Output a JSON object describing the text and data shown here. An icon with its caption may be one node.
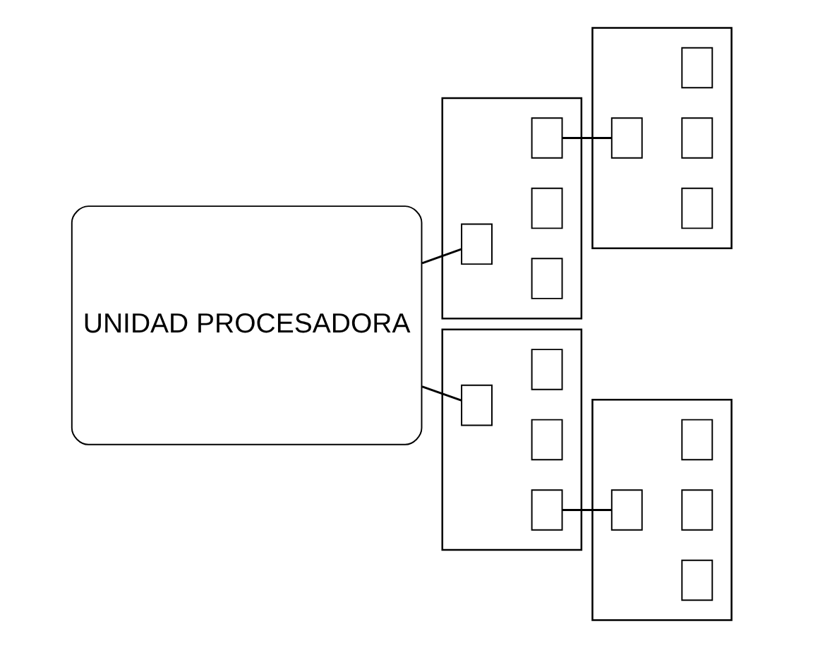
{
  "diagram": {
    "nodes": [
      {
        "text": [
          "UNIDAD PROCESADORA"
        ]
      },
      {
        "text": [],
        "shape": "box"
      },
      {
        "text": [],
        "shape": "box",
        "in": 1
      },
      {
        "text": [],
        "shape": "box",
        "in": 1
      },
      {
        "text": [],
        "shape": "box",
        "in": 1
      },
      {
        "text": [],
        "shape": "box",
        "in": 1
      },
      {
        "text": [],
        "shape": "box"
      },
      {
        "text": [],
        "shape": "box",
        "in": 6
      },
      {
        "text": [],
        "shape": "box",
        "in": 6
      },
      {
        "text": [],
        "shape": "box",
        "in": 6
      },
      {
        "text": [],
        "shape": "box",
        "in": 6
      },
      {
        "text": [],
        "shape": "box"
      },
      {
        "text": [],
        "shape": "box",
        "in": 11
      },
      {
        "text": [],
        "shape": "box",
        "in": 11
      },
      {
        "text": [],
        "shape": "box",
        "in": 11
      },
      {
        "text": [],
        "shape": "box",
        "in": 11
      },
      {
        "text": [],
        "shape": "box"
      },
      {
        "text": [],
        "shape": "box",
        "in": 16
      },
      {
        "text": [],
        "shape": "box",
        "in": 16
      },
      {
        "text": [],
        "shape": "box",
        "in": 16
      },
      {
        "text": [],
        "shape": "box",
        "in": 16
      }
    ],
    "edges": [
      {
        "from": 0,
        "to": 2,
        "arrow": "none"
      },
      {
        "from": 5,
        "to": 7,
        "arrow": "none"
      },
      {
        "from": 0,
        "to": 12,
        "arrow": "none"
      },
      {
        "from": 13,
        "to": 17,
        "arrow": "none"
      }
    ]
  }
}
